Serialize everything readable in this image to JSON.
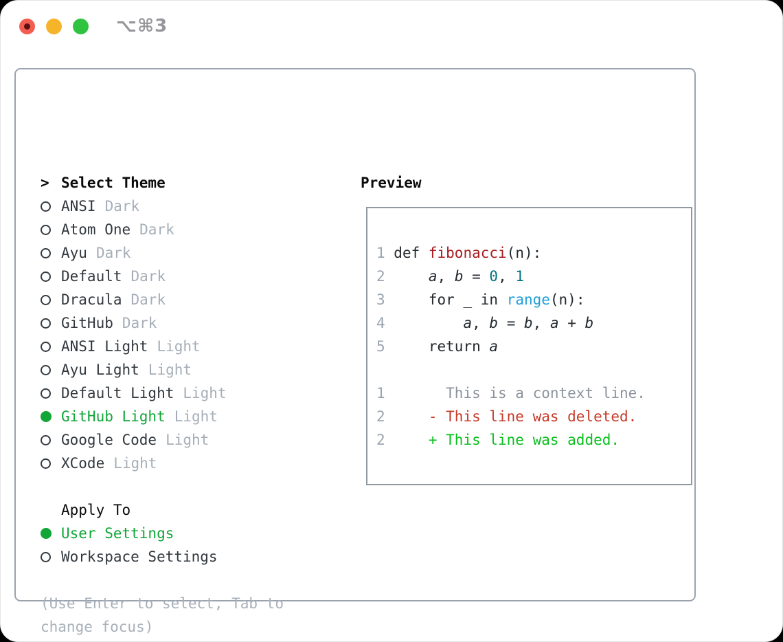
{
  "window": {
    "title": "⌥⌘3",
    "traffic_light_colors": {
      "close": "#f35d51",
      "minimize": "#f6b42b",
      "zoom": "#30c341"
    }
  },
  "theme_panel": {
    "caret": ">",
    "header": "Select Theme",
    "items": [
      {
        "name": "ANSI",
        "variant": "Dark",
        "selected": false
      },
      {
        "name": "Atom One",
        "variant": "Dark",
        "selected": false
      },
      {
        "name": "Ayu",
        "variant": "Dark",
        "selected": false
      },
      {
        "name": "Default",
        "variant": "Dark",
        "selected": false
      },
      {
        "name": "Dracula",
        "variant": "Dark",
        "selected": false
      },
      {
        "name": "GitHub",
        "variant": "Dark",
        "selected": false
      },
      {
        "name": "ANSI Light",
        "variant": "Light",
        "selected": false
      },
      {
        "name": "Ayu Light",
        "variant": "Light",
        "selected": false
      },
      {
        "name": "Default Light",
        "variant": "Light",
        "selected": false
      },
      {
        "name": "GitHub Light",
        "variant": "Light",
        "selected": true
      },
      {
        "name": "Google Code",
        "variant": "Light",
        "selected": false
      },
      {
        "name": "XCode",
        "variant": "Light",
        "selected": false
      }
    ]
  },
  "apply_to": {
    "header": "Apply To",
    "options": [
      {
        "label": "User Settings",
        "selected": true
      },
      {
        "label": "Workspace Settings",
        "selected": false
      }
    ]
  },
  "hint": "(Use Enter to select, Tab to change focus)",
  "preview": {
    "header": "Preview",
    "colors": {
      "selection_green": "#11a637",
      "function_red": "#a81c20",
      "number_teal": "#00737e",
      "builtin_blue": "#219fd6",
      "deleted_red": "#c63a28",
      "added_green": "#0abf1e",
      "context_gray": "#8c939c",
      "line_number_gray": "#9aa4af"
    },
    "code_lines": [
      [
        [
          "1",
          "ln"
        ],
        [
          " def ",
          "code-t"
        ],
        [
          "fibonacci",
          "fn"
        ],
        [
          "(n):",
          "code-t"
        ]
      ],
      [
        [
          "2",
          "ln"
        ],
        [
          "     ",
          "code-t"
        ],
        [
          "a",
          "var"
        ],
        [
          ", ",
          "code-t"
        ],
        [
          "b",
          "var"
        ],
        [
          " = ",
          "code-t"
        ],
        [
          "0",
          "num"
        ],
        [
          ", ",
          "code-t"
        ],
        [
          "1",
          "num"
        ]
      ],
      [
        [
          "3",
          "ln"
        ],
        [
          "     for _ in ",
          "code-t"
        ],
        [
          "range",
          "blt"
        ],
        [
          "(n):",
          "code-t"
        ]
      ],
      [
        [
          "4",
          "ln"
        ],
        [
          "         ",
          "code-t"
        ],
        [
          "a",
          "var"
        ],
        [
          ", ",
          "code-t"
        ],
        [
          "b",
          "var"
        ],
        [
          " = ",
          "code-t"
        ],
        [
          "b",
          "var"
        ],
        [
          ", ",
          "code-t"
        ],
        [
          "a",
          "var"
        ],
        [
          " + ",
          "code-t"
        ],
        [
          "b",
          "var"
        ]
      ],
      [
        [
          "5",
          "ln"
        ],
        [
          "     return ",
          "code-t"
        ],
        [
          "a",
          "var"
        ]
      ],
      [],
      [
        [
          "1",
          "ln"
        ],
        [
          "       This is a context line.",
          "ctx"
        ]
      ],
      [
        [
          "2",
          "ln"
        ],
        [
          "     ",
          "code-t"
        ],
        [
          "- This line was deleted.",
          "del"
        ]
      ],
      [
        [
          "2",
          "ln"
        ],
        [
          "     ",
          "code-t"
        ],
        [
          "+ This line was added.",
          "add"
        ]
      ]
    ]
  }
}
